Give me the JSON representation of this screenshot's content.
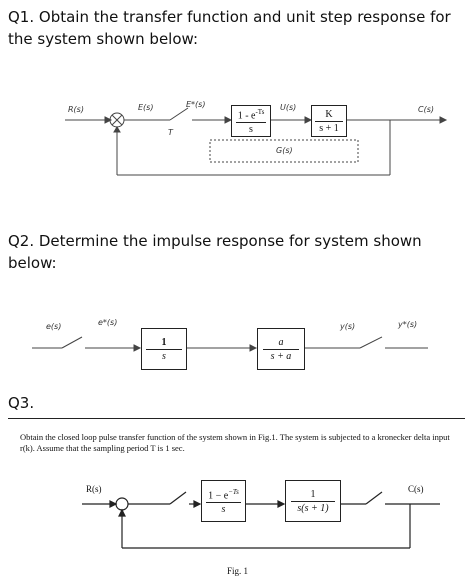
{
  "q1": {
    "text": "Q1. Obtain the transfer function and unit step response for the system shown below:",
    "diagram": {
      "input": "R(s)",
      "error": "E(s)",
      "sampled": "E*(s)",
      "sampler": "T",
      "zoh_num": "1 - e",
      "zoh_exp": "-Ts",
      "zoh_den": "s",
      "u": "U(s)",
      "plant_num": "K",
      "plant_den": "s + 1",
      "plant_label": "G(s)",
      "output": "C(s)"
    }
  },
  "q2": {
    "text": "Q2. Determine the impulse response for system shown below:",
    "diagram": {
      "e": "e(s)",
      "e_star": "e*(s)",
      "b1_num": "1",
      "b1_den": "s",
      "b2_num": "a",
      "b2_den": "s + a",
      "y": "y(s)",
      "y_star": "y*(s)"
    }
  },
  "q3": {
    "title": "Q3.",
    "text": "Obtain the closed loop pulse transfer function of the system shown in Fig.1. The system is subjected to a kronecker delta input r(k). Assume that the sampling period T is 1 sec.",
    "diagram": {
      "input": "R(s)",
      "zoh_num": "1 − e",
      "zoh_exp": "−Ts",
      "zoh_den": "s",
      "plant_num": "1",
      "plant_den": "s(s + 1)",
      "output": "C(s)",
      "caption": "Fig. 1"
    }
  }
}
